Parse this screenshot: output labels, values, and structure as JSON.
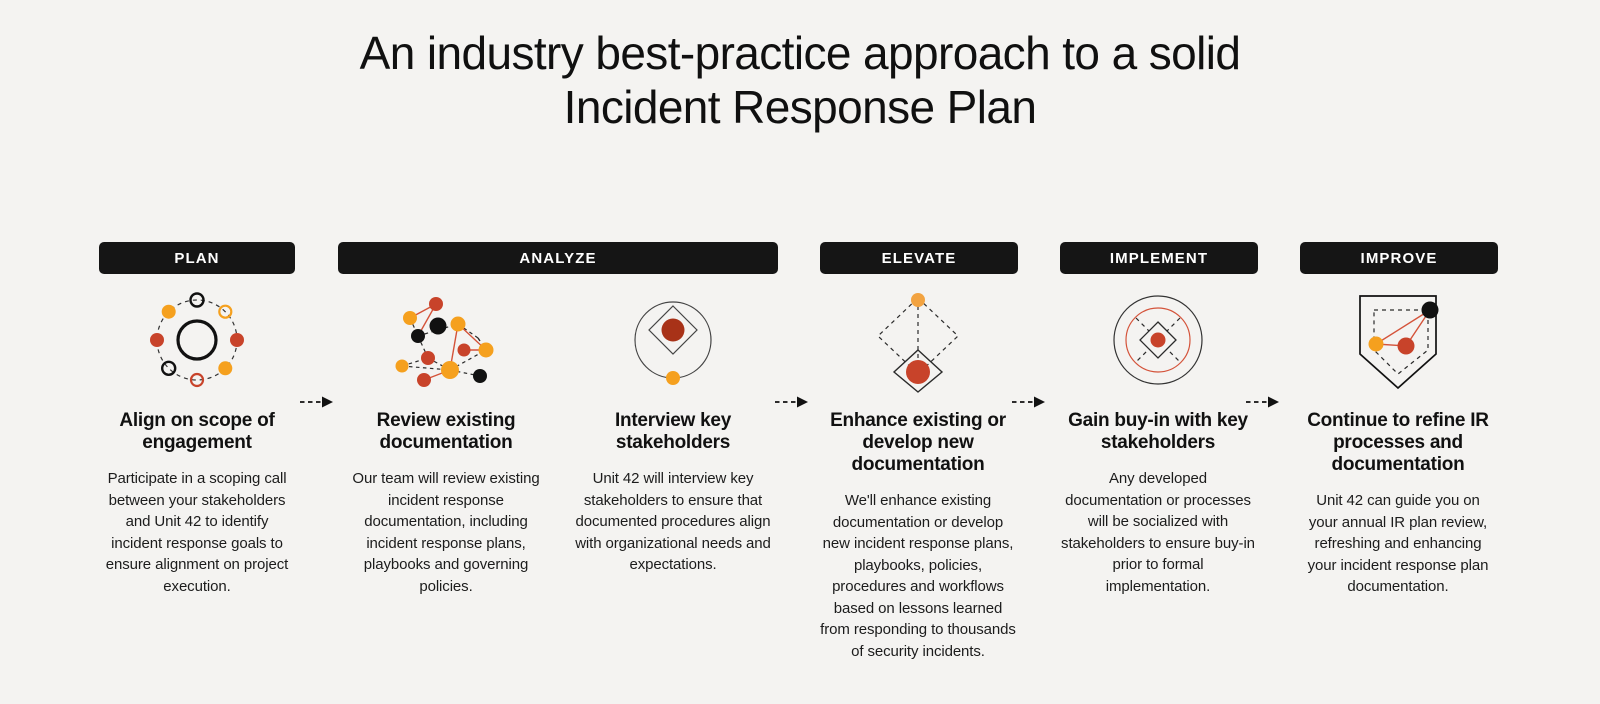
{
  "colors": {
    "background": "#f4f3f1",
    "bar_background": "#151515",
    "bar_text": "#ffffff",
    "text": "#111111",
    "orange": "#f5a01e",
    "red": "#c8432a",
    "dark_red": "#a83218",
    "black": "#111111",
    "line_red": "#d4533a",
    "line_dashed": "#2b2b2b"
  },
  "title": {
    "line1": "An industry best-practice approach to a solid",
    "line2": "Incident Response Plan"
  },
  "phases": [
    {
      "id": "plan",
      "label": "PLAN"
    },
    {
      "id": "analyze",
      "label": "ANALYZE"
    },
    {
      "id": "elevate",
      "label": "ELEVATE"
    },
    {
      "id": "implement",
      "label": "IMPLEMENT"
    },
    {
      "id": "improve",
      "label": "IMPROVE"
    }
  ],
  "steps": [
    {
      "id": "align-on-scope",
      "icon": "orbit-nodes-icon",
      "heading": "Align on scope of engagement",
      "body": "Participate in a scoping call between your stakeholders and Unit 42 to identify incident response goals to ensure alignment on project execution."
    },
    {
      "id": "review-documentation",
      "icon": "network-graph-icon",
      "heading": "Review existing documentation",
      "body": "Our team will review existing incident response documentation, including incident response plans, playbooks and governing policies."
    },
    {
      "id": "interview-stakeholders",
      "icon": "circle-diamond-icon",
      "heading": "Interview key stakeholders",
      "body": "Unit 42 will interview key stakeholders to ensure that documented procedures align with organizational needs and expectations."
    },
    {
      "id": "enhance-documentation",
      "icon": "dashed-diamond-icon",
      "heading": "Enhance existing or develop new documentation",
      "body": "We'll enhance existing documentation or develop new incident response plans, playbooks, policies, procedures and workflows based on lessons learned from responding to thousands of security incidents."
    },
    {
      "id": "gain-buy-in",
      "icon": "target-rings-icon",
      "heading": "Gain buy-in with key stakeholders",
      "body": "Any developed documentation or processes will be socialized with stakeholders to ensure buy-in prior to formal implementation."
    },
    {
      "id": "refine-processes",
      "icon": "shield-network-icon",
      "heading": "Continue to refine IR processes and documentation",
      "body": "Unit 42 can guide you on your annual IR plan review, refreshing and enhancing your incident response plan documentation."
    }
  ],
  "arrows": [
    {
      "id": "arrow-plan-to-analyze"
    },
    {
      "id": "arrow-analyze-to-elevate"
    },
    {
      "id": "arrow-elevate-to-implement"
    },
    {
      "id": "arrow-implement-to-improve"
    }
  ]
}
